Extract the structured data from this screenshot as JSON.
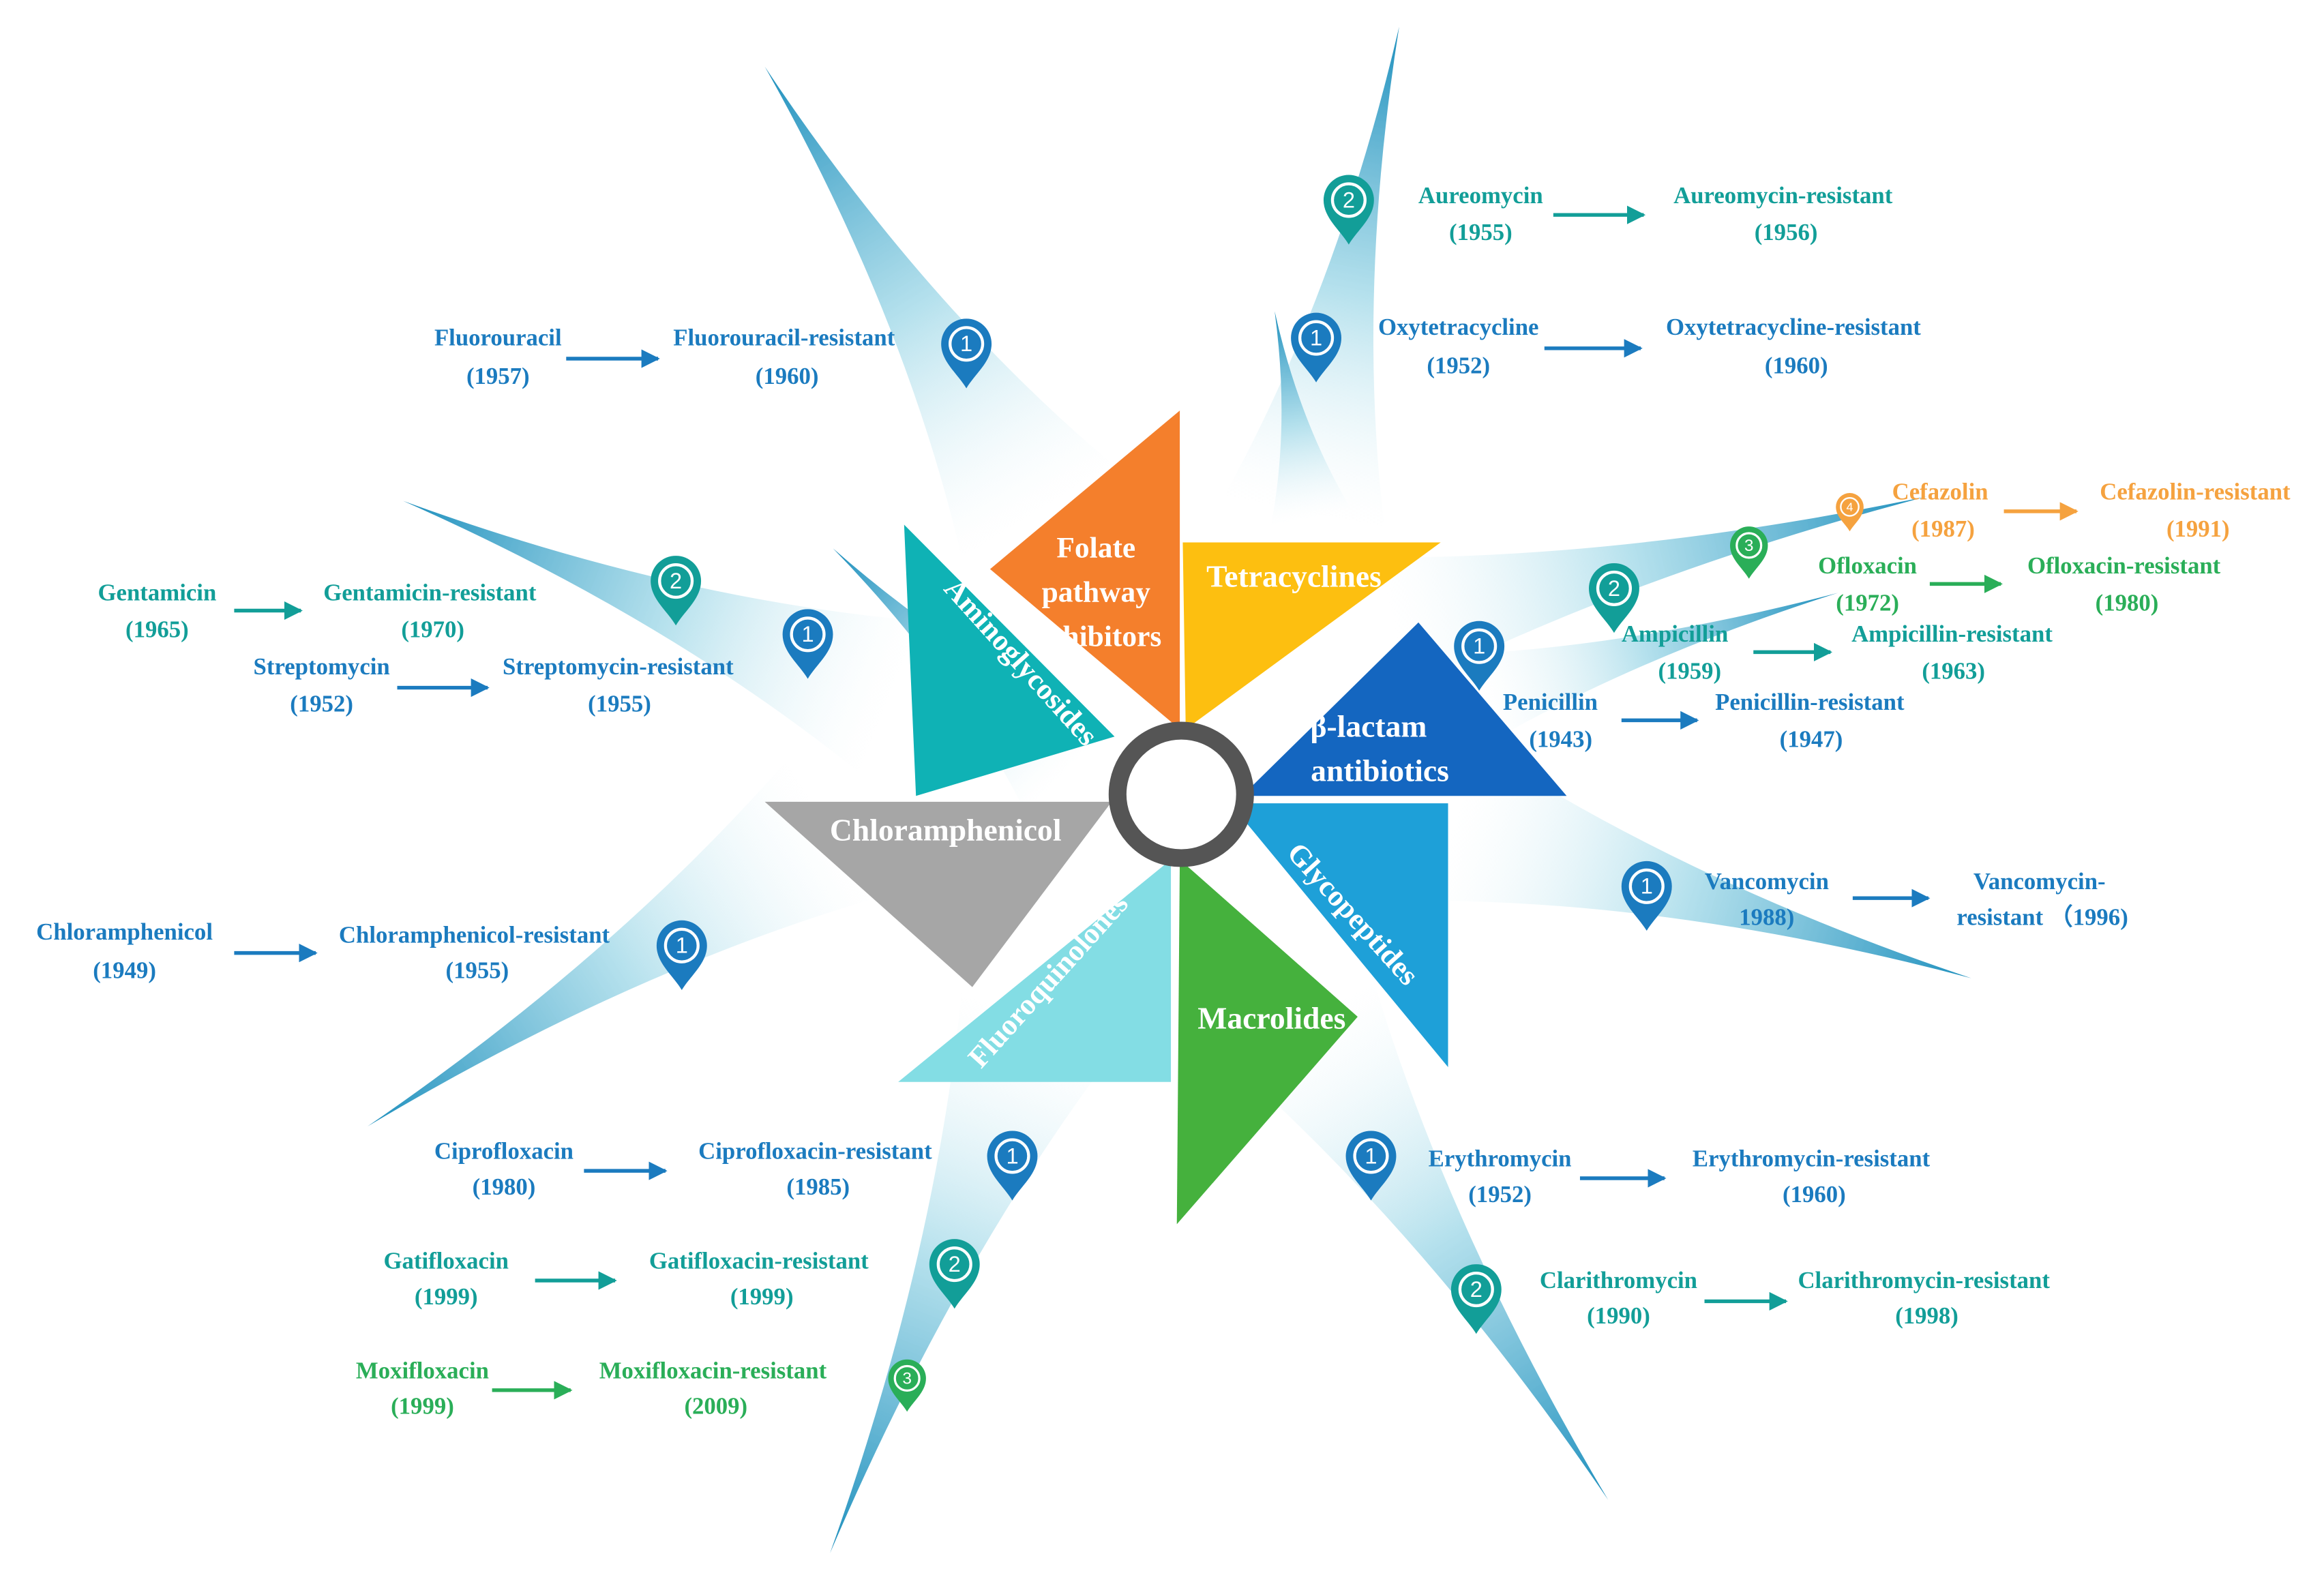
{
  "colors": {
    "c1": "#1b7bbf",
    "c2": "#129e98",
    "c3": "#2aae58",
    "c4": "#f5a23f",
    "center_ring": "#555555"
  },
  "classes": {
    "folate": "Folate pathway inhibitors",
    "folate_lines": [
      "Folate",
      "pathway",
      "inhibitors"
    ],
    "tetracyclines": "Tetracyclines",
    "beta_lactam": "β-lactam antibiotics",
    "beta_lactam_lines": [
      "β-lactam",
      "antibiotics"
    ],
    "glycopeptides": "Glycopeptides",
    "macrolides": "Macrolides",
    "fluoroquinolones": "Fluoroquinolones",
    "chloramphenicol": "Chloramphenicol",
    "aminoglycosides": "Aminoglycosides"
  },
  "pins": {
    "fluorouracil": "1",
    "aureomycin": "2",
    "oxytetracycline": "1",
    "gentamicin": "2",
    "streptomycin": "1",
    "cefazolin": "4",
    "ofloxacin": "3",
    "ampicillin": "2",
    "penicillin": "1",
    "vancomycin": "1",
    "chloramphenicol": "1",
    "ciprofloxacin": "1",
    "gatifloxacin": "2",
    "moxifloxacin": "3",
    "erythromycin": "1",
    "clarithromycin": "2"
  },
  "entries": {
    "fluorouracil": {
      "drug": "Fluorouracil",
      "drug_year": "(1957)",
      "resistant": "Fluorouracil-resistant",
      "resistant_year": "(1960)"
    },
    "aureomycin": {
      "drug": "Aureomycin",
      "drug_year": "(1955)",
      "resistant": "Aureomycin-resistant",
      "resistant_year": "(1956)"
    },
    "oxytetracycline": {
      "drug": "Oxytetracycline",
      "drug_year": "(1952)",
      "resistant": "Oxytetracycline-resistant",
      "resistant_year": "(1960)"
    },
    "gentamicin": {
      "drug": "Gentamicin",
      "drug_year": "(1965)",
      "resistant": "Gentamicin-resistant",
      "resistant_year": "(1970)"
    },
    "streptomycin": {
      "drug": "Streptomycin",
      "drug_year": "(1952)",
      "resistant": "Streptomycin-resistant",
      "resistant_year": "(1955)"
    },
    "cefazolin": {
      "drug": "Cefazolin",
      "drug_year": "(1987)",
      "resistant": "Cefazolin-resistant",
      "resistant_year": "(1991)"
    },
    "ofloxacin": {
      "drug": "Ofloxacin",
      "drug_year": "(1972)",
      "resistant": "Ofloxacin-resistant",
      "resistant_year": "(1980)"
    },
    "ampicillin": {
      "drug": "Ampicillin",
      "drug_year": "(1959)",
      "resistant": "Ampicillin-resistant",
      "resistant_year": "(1963)"
    },
    "penicillin": {
      "drug": "Penicillin",
      "drug_year": "(1943)",
      "resistant": "Penicillin-resistant",
      "resistant_year": "(1947)"
    },
    "vancomycin": {
      "drug": "Vancomycin",
      "drug_year": "1988)",
      "resistant": "Vancomycin-",
      "resistant_year": "resistant （1996)"
    },
    "chloramphenicol": {
      "drug": "Chloramphenicol",
      "drug_year": "(1949)",
      "resistant": "Chloramphenicol-resistant",
      "resistant_year": "(1955)"
    },
    "ciprofloxacin": {
      "drug": "Ciprofloxacin",
      "drug_year": "(1980)",
      "resistant": "Ciprofloxacin-resistant",
      "resistant_year": "(1985)"
    },
    "gatifloxacin": {
      "drug": "Gatifloxacin",
      "drug_year": "(1999)",
      "resistant": "Gatifloxacin-resistant",
      "resistant_year": "(1999)"
    },
    "moxifloxacin": {
      "drug": "Moxifloxacin",
      "drug_year": "(1999)",
      "resistant": "Moxifloxacin-resistant",
      "resistant_year": "(2009)"
    },
    "erythromycin": {
      "drug": "Erythromycin",
      "drug_year": "(1952)",
      "resistant": "Erythromycin-resistant",
      "resistant_year": "(1960)"
    },
    "clarithromycin": {
      "drug": "Clarithromycin",
      "drug_year": "(1990)",
      "resistant": "Clarithromycin-resistant",
      "resistant_year": "(1998)"
    }
  }
}
